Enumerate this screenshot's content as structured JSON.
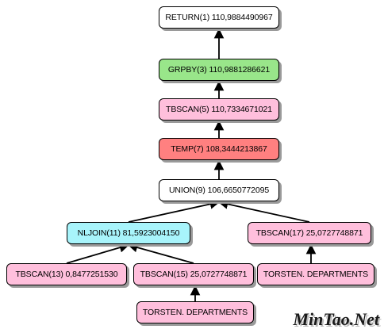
{
  "nodes": {
    "return1": {
      "label": "RETURN(1) 110,9884490967",
      "color": "#ffffff"
    },
    "grpby3": {
      "label": "GRPBY(3) 110,9881286621",
      "color": "#99e68a"
    },
    "tbscan5": {
      "label": "TBSCAN(5) 110,7334671021",
      "color": "#ffbfdc"
    },
    "temp7": {
      "label": "TEMP(7) 108,3444213867",
      "color": "#ff8080"
    },
    "union9": {
      "label": "UNION(9) 106,6650772095",
      "color": "#ffffff"
    },
    "nljoin11": {
      "label": "NLJOIN(11) 81,5923004150",
      "color": "#a8f4fb"
    },
    "tbscan17": {
      "label": "TBSCAN(17) 25,0727748871",
      "color": "#ffbfdc"
    },
    "tbscan13": {
      "label": "TBSCAN(13) 0,8477251530",
      "color": "#ffbfdc"
    },
    "tbscan15": {
      "label": "TBSCAN(15) 25,0727748871",
      "color": "#ffbfdc"
    },
    "dept_right": {
      "label": "TORSTEN. DEPARTMENTS",
      "color": "#ffbfdc"
    },
    "dept_bottom": {
      "label": "TORSTEN. DEPARTMENTS",
      "color": "#ffbfdc"
    }
  },
  "watermark": "MinTao.Net"
}
